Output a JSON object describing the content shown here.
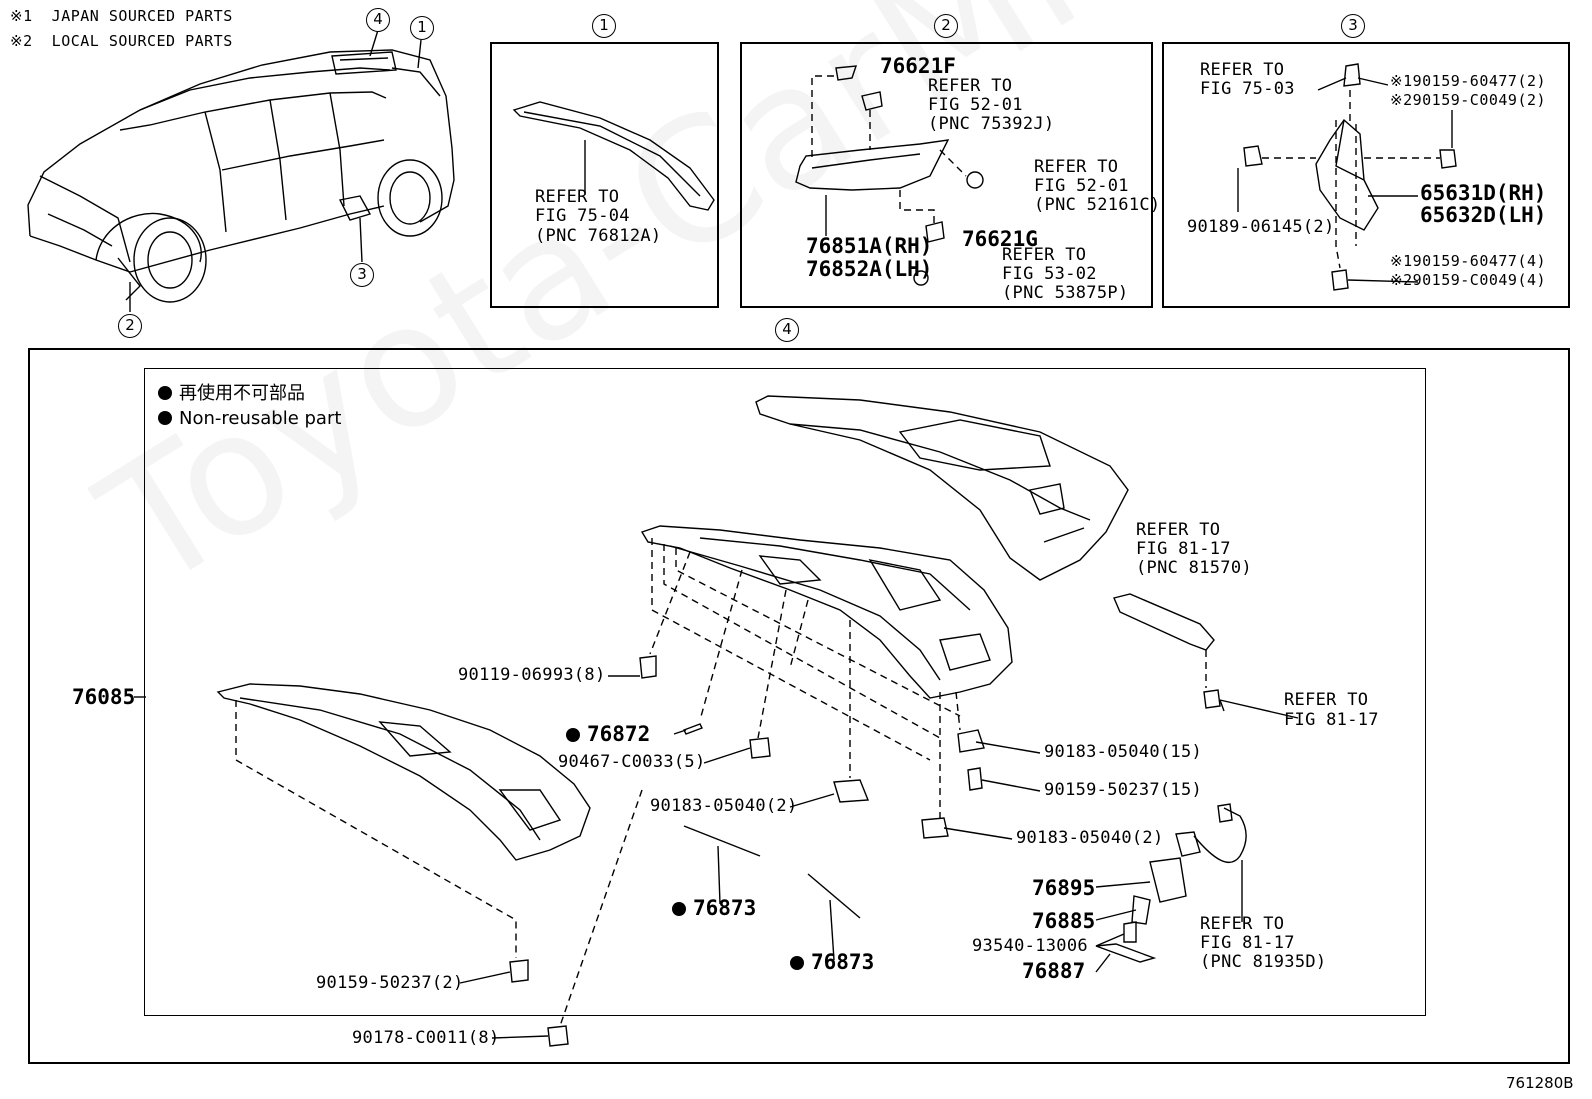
{
  "legend_notes": [
    "※1  JAPAN SOURCED PARTS",
    "※2  LOCAL SOURCED PARTS"
  ],
  "circle_labels": {
    "one": "1",
    "two": "2",
    "three": "3",
    "four": "4"
  },
  "panel1": {
    "refer": [
      "REFER TO",
      "FIG 75-04",
      "(PNC 76812A)"
    ]
  },
  "panel2": {
    "p76621F": "76621F",
    "refer_a": [
      "REFER TO",
      "FIG 52-01",
      "(PNC 75392J)"
    ],
    "refer_b": [
      "REFER TO",
      "FIG 52-01",
      "(PNC 52161C)"
    ],
    "p76851A": "76851A(RH)",
    "p76852A": "76852A(LH)",
    "p76621G": "76621G",
    "refer_c": [
      "REFER TO",
      "FIG 53-02",
      "(PNC 53875P)"
    ]
  },
  "panel3": {
    "refer": [
      "REFER TO",
      "FIG 75-03"
    ],
    "note_top_1": "※190159-60477(2)",
    "note_top_2": "※290159-C0049(2)",
    "p65631D": "65631D(RH)",
    "p65632D": "65632D(LH)",
    "p90189": "90189-06145(2)",
    "note_bot_1": "※190159-60477(4)",
    "note_bot_2": "※290159-C0049(4)"
  },
  "panel4": {
    "legend_jp": "再使用不可部品",
    "legend_en": "Non-reusable part",
    "p76085": "76085",
    "p90119": "90119-06993(8)",
    "p76872": "76872",
    "p90467": "90467-C0033(5)",
    "p90183_a": "90183-05040(2)",
    "p90183_b": "90183-05040(15)",
    "p90159_a": "90159-50237(15)",
    "p90183_c": "90183-05040(2)",
    "refer_a": [
      "REFER TO",
      "FIG 81-17",
      "(PNC 81570)"
    ],
    "refer_b": [
      "REFER TO",
      "FIG 81-17"
    ],
    "refer_c": [
      "REFER TO",
      "FIG 81-17",
      "(PNC 81935D)"
    ],
    "p76873_a": "76873",
    "p76873_b": "76873",
    "p76895": "76895",
    "p76885": "76885",
    "p93540": "93540-13006",
    "p76887": "76887",
    "p90159_b": "90159-50237(2)",
    "p90178": "90178-C0011(8)"
  },
  "figure_code": "761280B",
  "watermark": "Toyota-CarMine.ru"
}
